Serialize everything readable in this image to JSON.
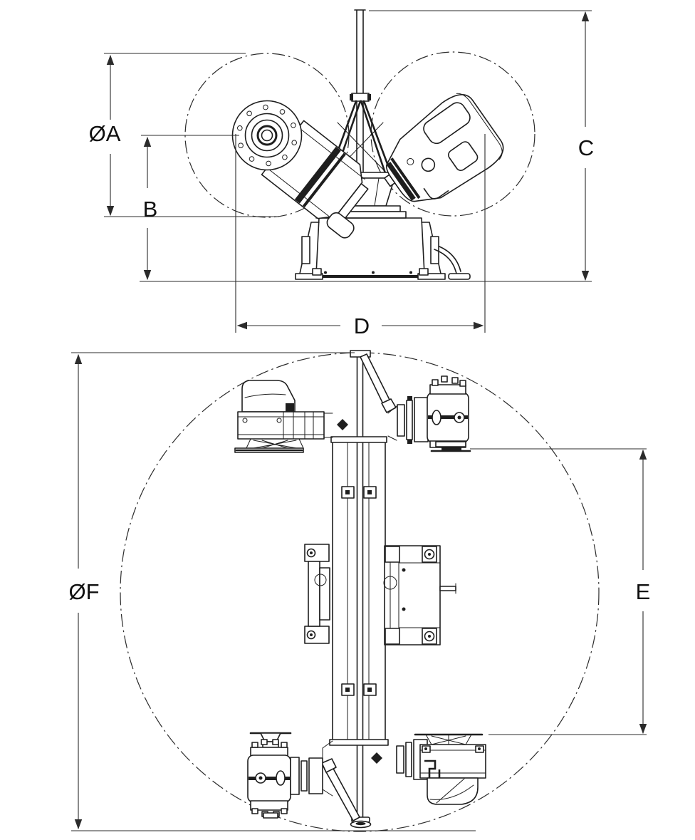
{
  "drawing": {
    "background": "#ffffff",
    "line_color": "#1e1e1e",
    "dimension_color": "#2b2b2b",
    "views": {
      "front": {
        "dim_a": "ØA",
        "dim_b": "B",
        "dim_c": "C",
        "dim_d": "D"
      },
      "plan": {
        "dim_f": "ØF",
        "dim_e": "E"
      }
    }
  }
}
